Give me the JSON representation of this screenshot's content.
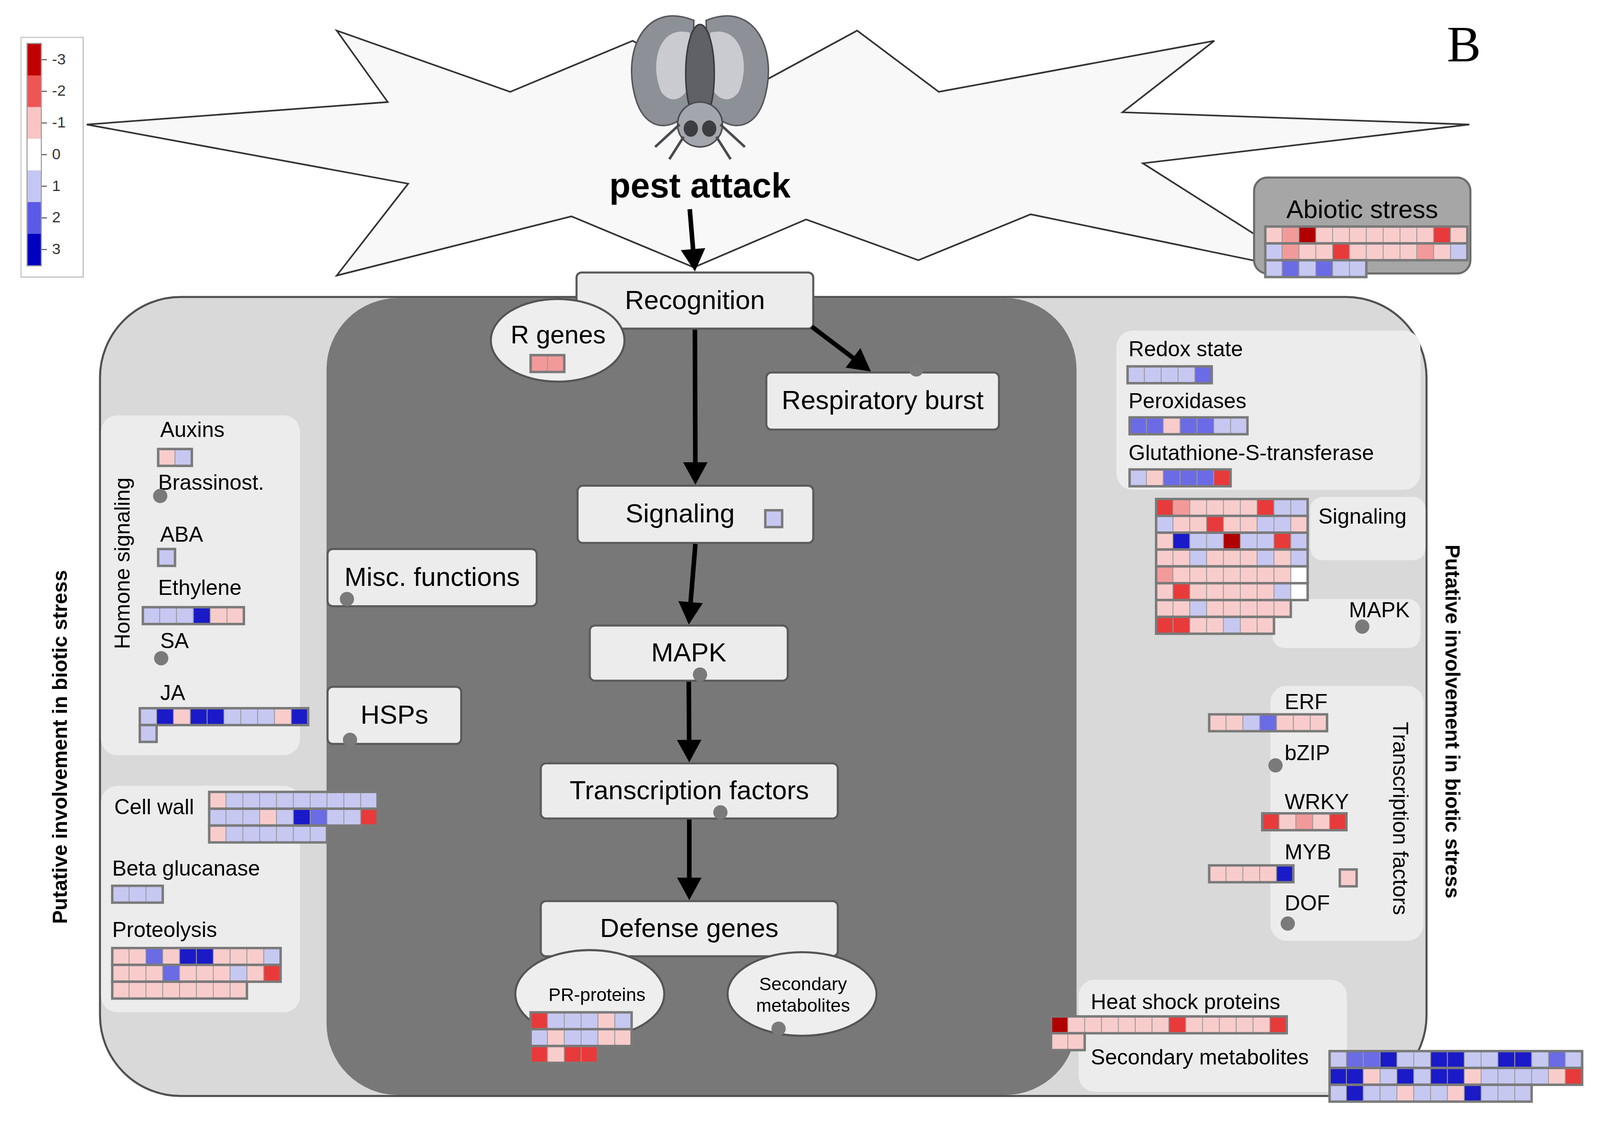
{
  "diagram": {
    "nodes": [
      {
        "text": [
          "pest attack"
        ]
      },
      {
        "text": [
          "Abiotic stress"
        ]
      },
      {
        "text": [
          "Putative involvement in biotic stress",
          "Putative involvement in biotic stress"
        ]
      },
      {
        "text": [
          "Recognition"
        ],
        "in": 2
      },
      {
        "text": [
          "R genes"
        ],
        "in": 2
      },
      {
        "text": [
          "Respiratory burst"
        ],
        "in": 2
      },
      {
        "text": [
          "Homone signaling",
          "Auxins",
          "Brassinost.",
          "ABA",
          "Ethylene",
          "SA",
          "JA"
        ],
        "in": 2
      },
      {
        "text": [
          "Signaling"
        ],
        "in": 2
      },
      {
        "text": [
          "Misc. functions"
        ],
        "in": 2
      },
      {
        "text": [
          "MAPK"
        ],
        "in": 2
      },
      {
        "text": [
          "HSPs"
        ],
        "in": 2
      },
      {
        "text": [
          "Cell wall",
          "Beta glucanase",
          "Proteolysis"
        ],
        "in": 2
      },
      {
        "text": [
          "Transcription factors"
        ],
        "in": 2
      },
      {
        "text": [
          "Defense genes"
        ],
        "in": 2
      },
      {
        "text": [
          "PR-proteins"
        ],
        "in": 2
      },
      {
        "text": [
          "Secondary metabolites"
        ],
        "in": 2
      },
      {
        "text": [
          "Redox state",
          "Peroxidases",
          "Glutathione-S-transferase"
        ],
        "in": 2
      },
      {
        "text": [
          "Signaling"
        ],
        "in": 2
      },
      {
        "text": [
          "MAPK"
        ],
        "in": 2
      },
      {
        "text": [
          "Transcription factors",
          "ERF",
          "bZIP",
          "WRKY",
          "MYB",
          "DOF"
        ],
        "in": 2
      },
      {
        "text": [
          "Heat shock proteins",
          "Secondary metabolites"
        ],
        "in": 2
      }
    ],
    "edges": [
      {
        "from": 0,
        "to": 3,
        "arrow": "to"
      },
      {
        "from": 3,
        "to": 7,
        "arrow": "to"
      },
      {
        "from": 3,
        "to": 5,
        "arrow": "to"
      },
      {
        "from": 7,
        "to": 9,
        "arrow": "to"
      },
      {
        "from": 9,
        "to": 12,
        "arrow": "to"
      },
      {
        "from": 12,
        "to": 13,
        "arrow": "to"
      }
    ],
    "labels": [
      "B"
    ],
    "legend": [
      {
        "text": "-3",
        "color": "#c00000"
      },
      {
        "text": "-2",
        "color": "#ee5555"
      },
      {
        "text": "-1",
        "color": "#f8c4c4"
      },
      {
        "text": "0",
        "color": "#ffffff"
      },
      {
        "text": "1",
        "color": "#c4c6f4"
      },
      {
        "text": "2",
        "color": "#5a5ae6"
      },
      {
        "text": "3",
        "color": "#0000c0"
      }
    ]
  }
}
